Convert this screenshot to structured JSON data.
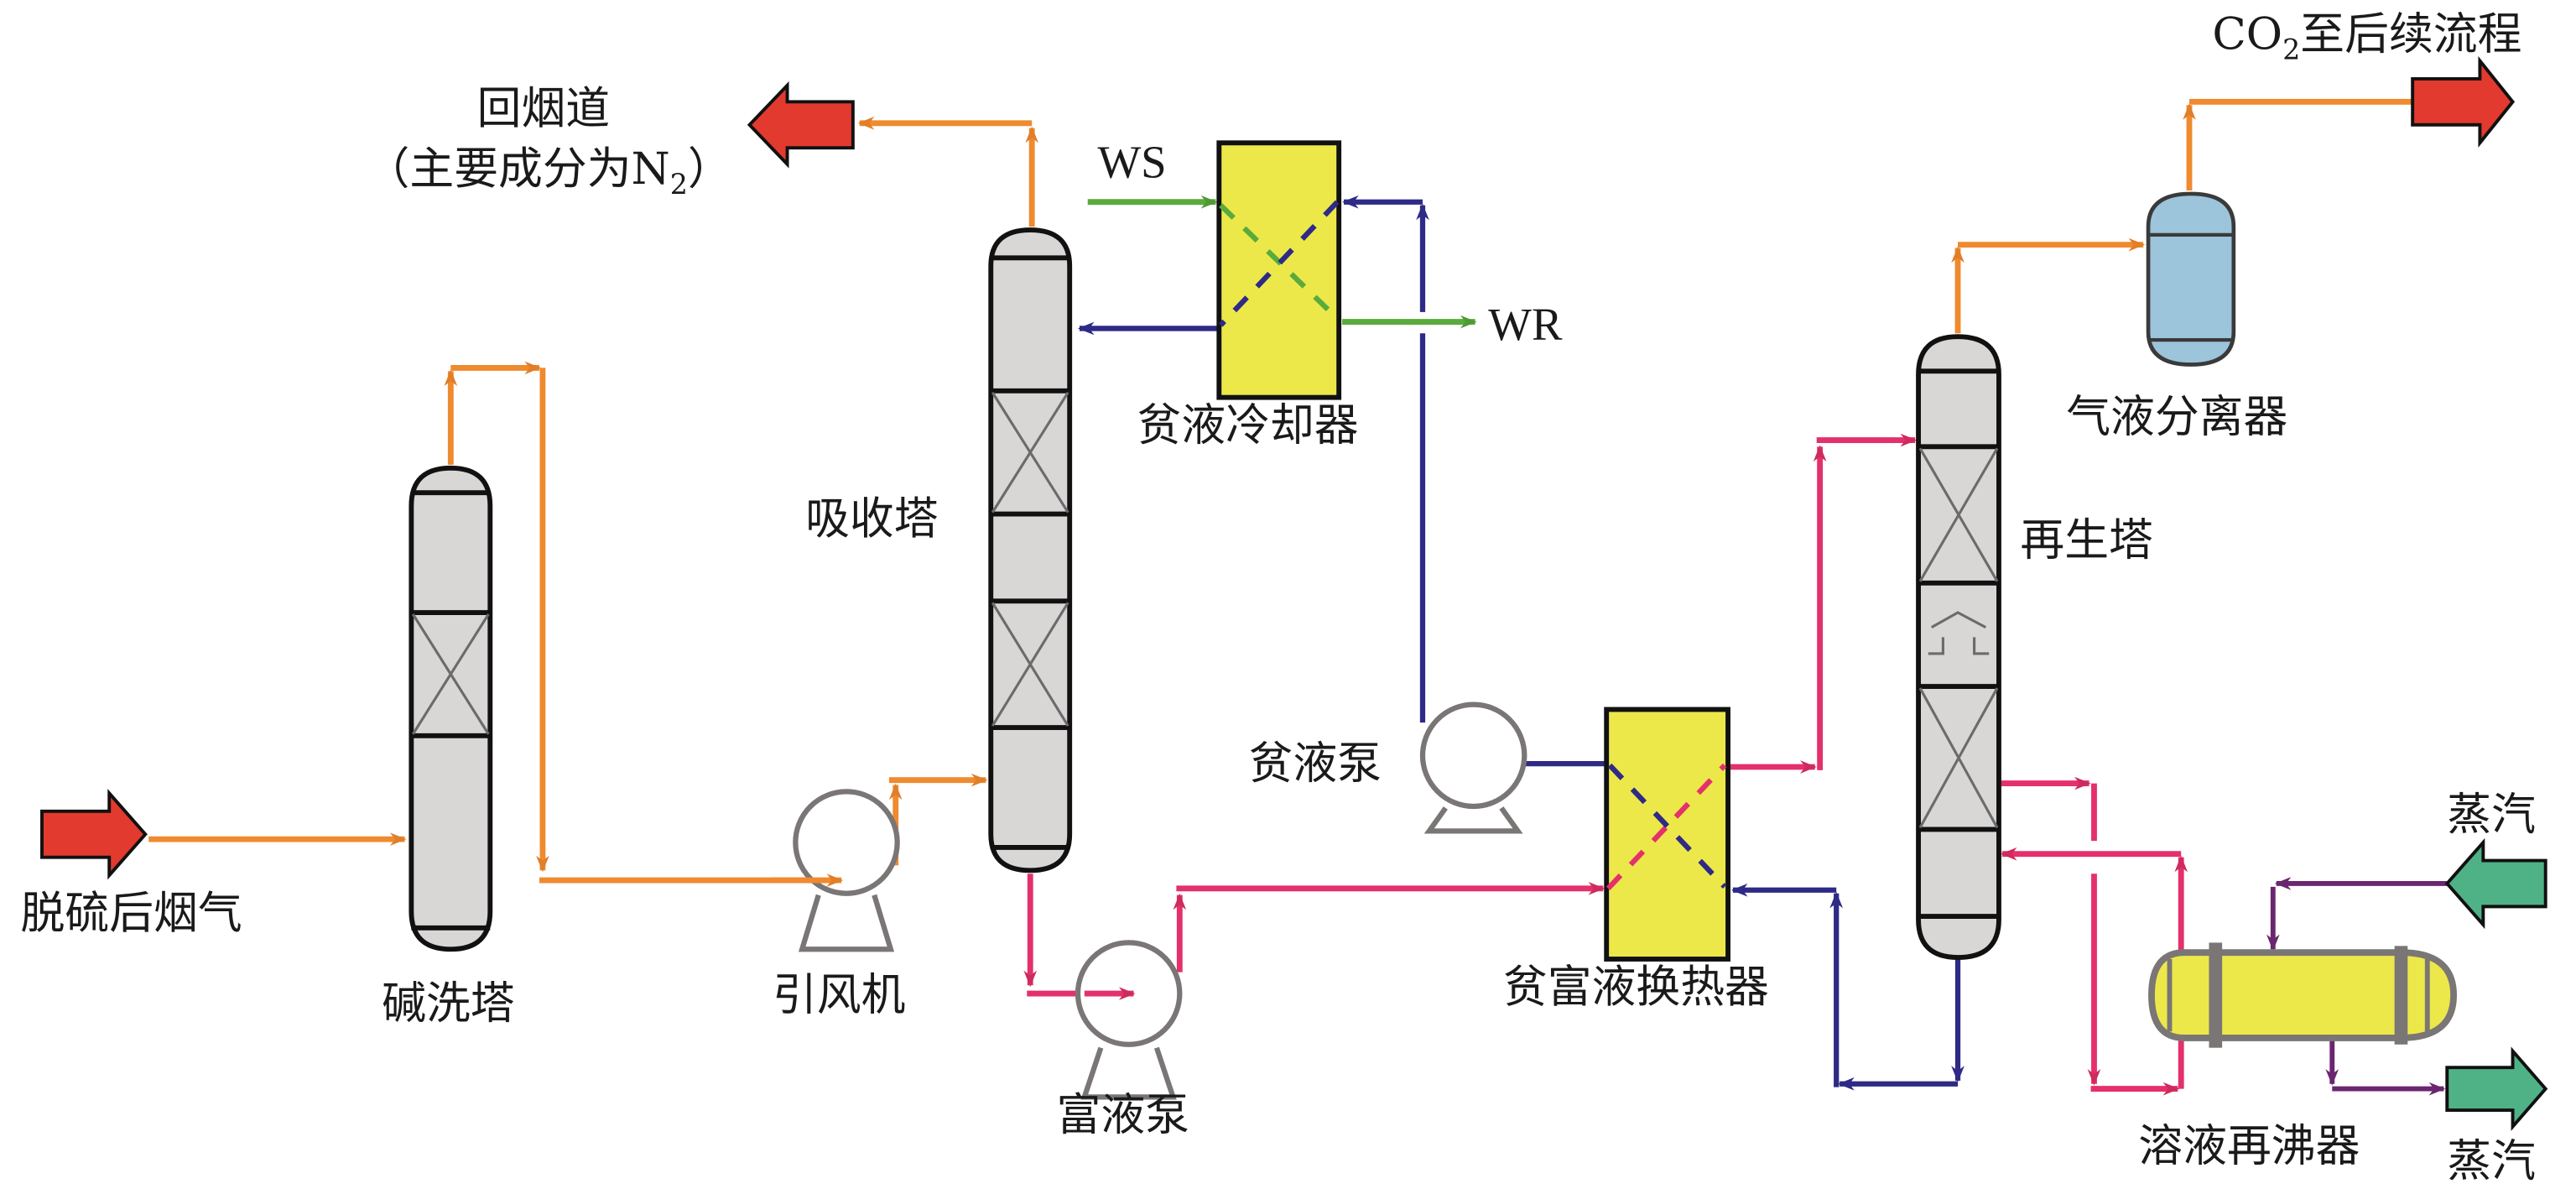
{
  "title": "燃煤电厂烟气CO2捕集工艺流程",
  "colors": {
    "flue_gas": "#ef8a2e",
    "rich_solution": "#e4306b",
    "lean_solution": "#2e2a86",
    "cooling_water": "#5aaa3c",
    "steam_line": "#6b2670",
    "arrow_red": "#e23a2f",
    "arrow_green": "#4fb286",
    "exchanger_fill": "#ece84a",
    "tower_fill": "#d9d6d6",
    "separator_fill": "#9cc4db"
  },
  "inputs": {
    "flue_gas_in": "脱硫后烟气",
    "steam_in": "蒸汽",
    "steam_out": "蒸汽",
    "cw_supply": "WS",
    "cw_return": "WR"
  },
  "outputs": {
    "vent_line1": "回烟道",
    "vent_line2_prefix": "（主要成分为N",
    "vent_line2_sub": "2",
    "vent_line2_suffix": "）",
    "co2_prefix": "CO",
    "co2_sub": "2",
    "co2_suffix": "至后续流程"
  },
  "equipment": {
    "caustic_tower": "碱洗塔",
    "fan": "引风机",
    "absorber": "吸收塔",
    "rich_pump": "富液泵",
    "lean_cooler": "贫液冷却器",
    "lean_pump": "贫液泵",
    "lean_rich_exchanger": "贫富液换热器",
    "regenerator": "再生塔",
    "separator": "气液分离器",
    "reboiler": "溶液再沸器"
  }
}
